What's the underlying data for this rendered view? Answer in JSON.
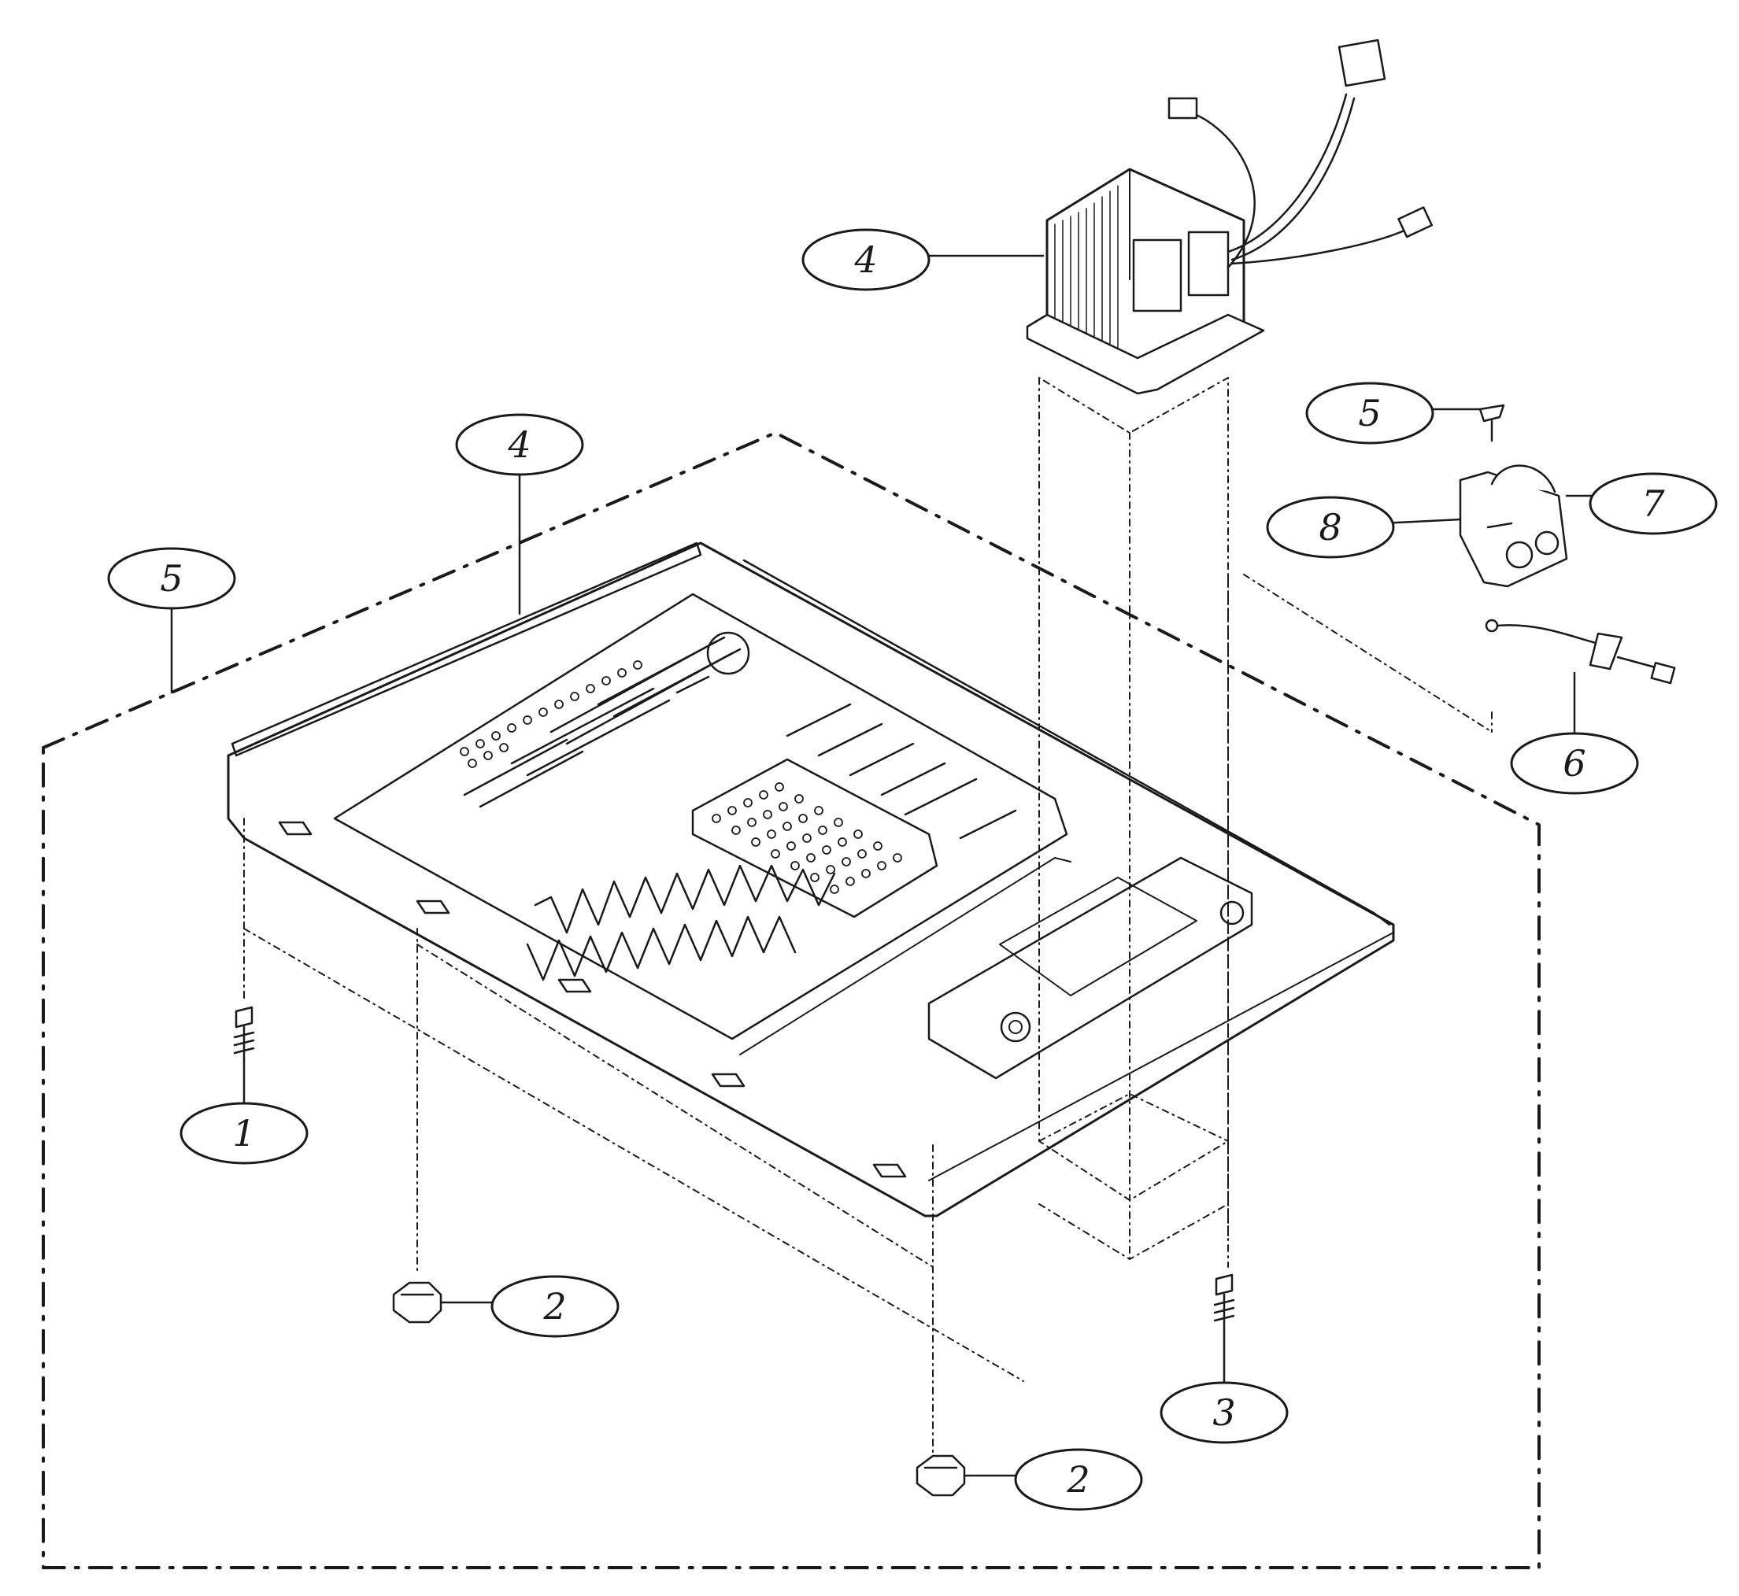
{
  "callouts": [
    {
      "id": "c-4-transformer",
      "label": "4"
    },
    {
      "id": "c-4-base",
      "label": "4"
    },
    {
      "id": "c-5-left",
      "label": "5"
    },
    {
      "id": "c-5-screw",
      "label": "5"
    },
    {
      "id": "c-8",
      "label": "8"
    },
    {
      "id": "c-7",
      "label": "7"
    },
    {
      "id": "c-6",
      "label": "6"
    },
    {
      "id": "c-1",
      "label": "1"
    },
    {
      "id": "c-2-left",
      "label": "2"
    },
    {
      "id": "c-2-bottom",
      "label": "2"
    },
    {
      "id": "c-3",
      "label": "3"
    }
  ],
  "colors": {
    "ink": "#1a1a1a",
    "background": "#ffffff"
  }
}
